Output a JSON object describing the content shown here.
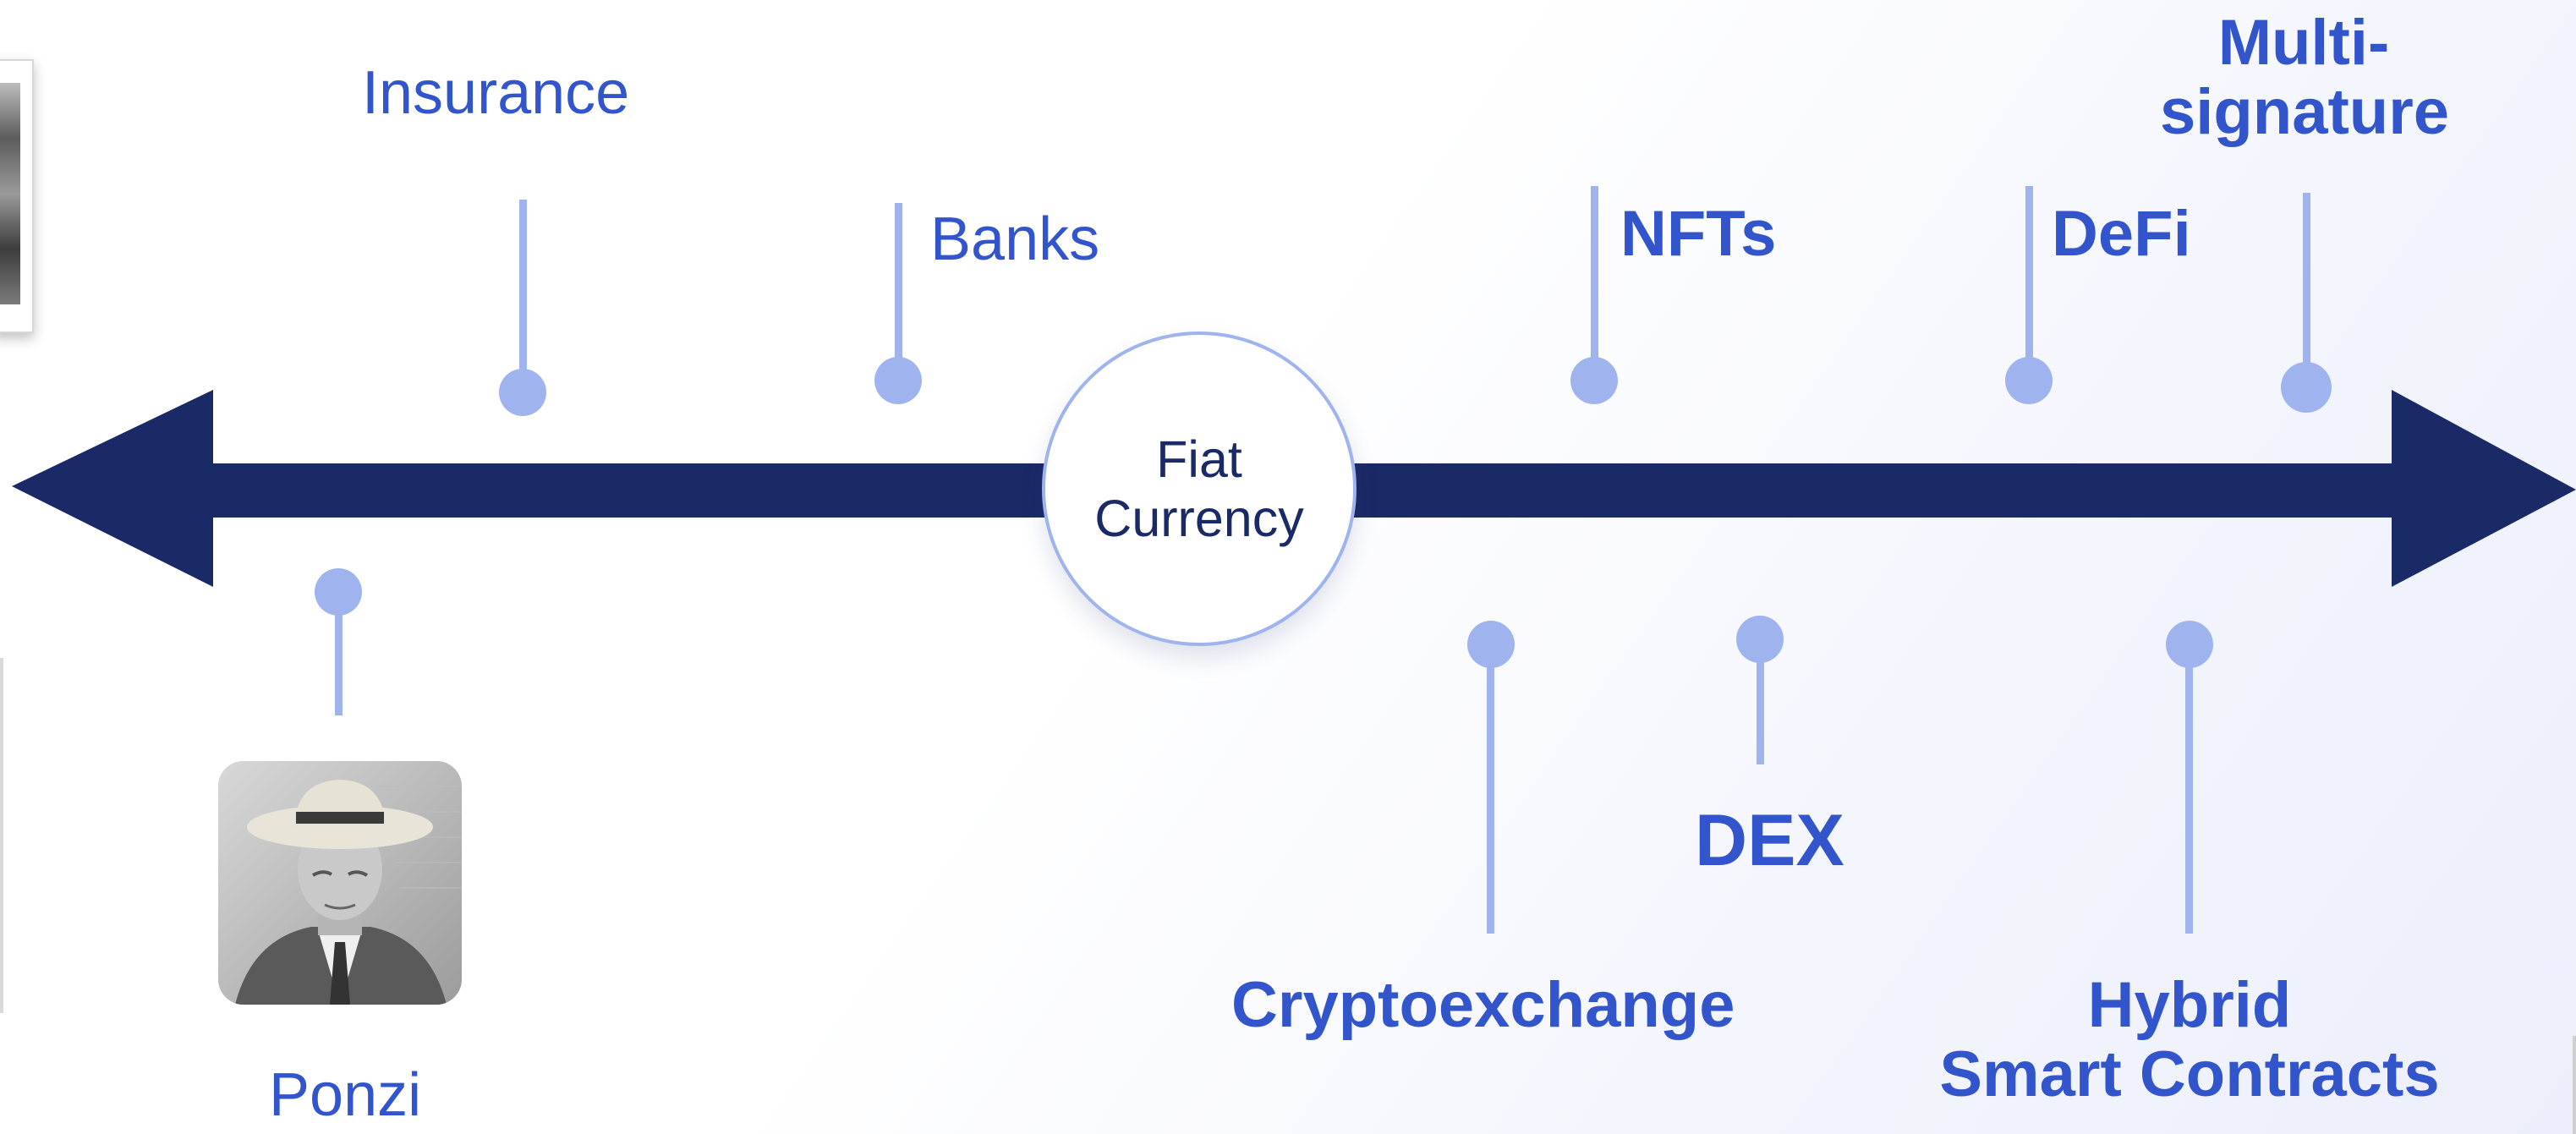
{
  "colors": {
    "axis": "#1a2a66",
    "stem": "#9fb4ef",
    "label": "#3355cc",
    "center_text": "#1a2a66"
  },
  "center": {
    "line1": "Fiat",
    "line2": "Currency"
  },
  "events": {
    "insurance": "Insurance",
    "banks": "Banks",
    "nfts": "NFTs",
    "defi": "DeFi",
    "multisig_line1": "Multi-",
    "multisig_line2": "signature",
    "ponzi": "Ponzi",
    "cryptoexchange": "Cryptoexchange",
    "dex": "DEX",
    "hybrid_line1": "Hybrid",
    "hybrid_line2": "Smart Contracts"
  },
  "icons": {
    "portrait": "ponzi-portrait-photo",
    "left_arrow": "left-arrowhead-icon",
    "right_arrow": "right-arrowhead-icon"
  }
}
